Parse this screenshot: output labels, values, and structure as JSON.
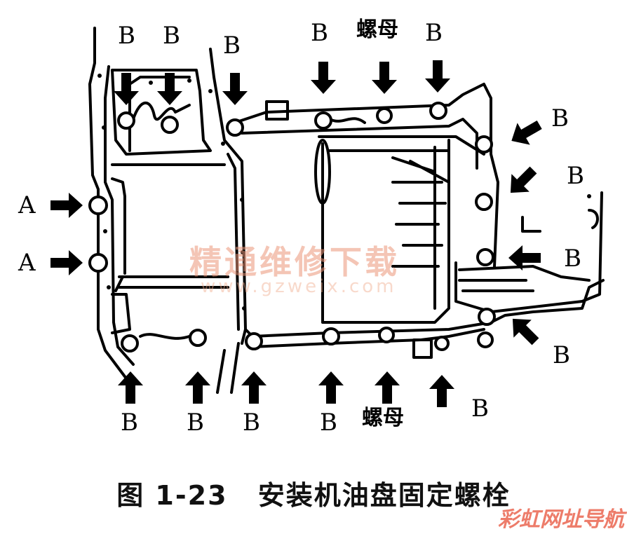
{
  "figure": {
    "caption_number": "图 1-23",
    "caption_text": "安装机油盘固定螺栓"
  },
  "labels": {
    "b": "B",
    "a": "A",
    "nut": "螺母"
  },
  "watermarks": {
    "site_cn": "精通维修下载",
    "site_url": "www.gzweix.com",
    "corner": "彩虹网址导航"
  },
  "colors": {
    "ink": "#000000",
    "watermark": "#e8967a"
  }
}
